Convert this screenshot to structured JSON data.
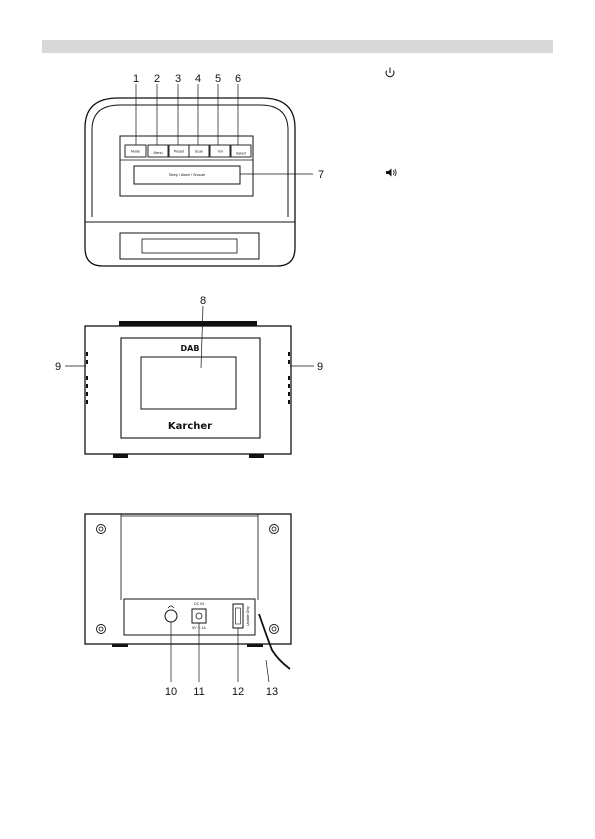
{
  "callouts": [
    "1",
    "2",
    "3",
    "4",
    "5",
    "6",
    "7",
    "8",
    "9",
    "10",
    "11",
    "12",
    "13"
  ],
  "top_view": {
    "buttons": [
      "Mode",
      "Menu",
      "Preset",
      "Scan",
      "Vol",
      "Select"
    ],
    "snooze_bar": "Sleep / Alarm / Snooze"
  },
  "front_view": {
    "dab_logo": "DAB",
    "brand": "Karcher"
  },
  "rear_view": {
    "dc_in": "DC IN",
    "dc_sub": "5V ⎓ 1A",
    "usb_label": "Update Only"
  },
  "side_icons": {
    "power": "⏻",
    "speaker": "🔈"
  }
}
